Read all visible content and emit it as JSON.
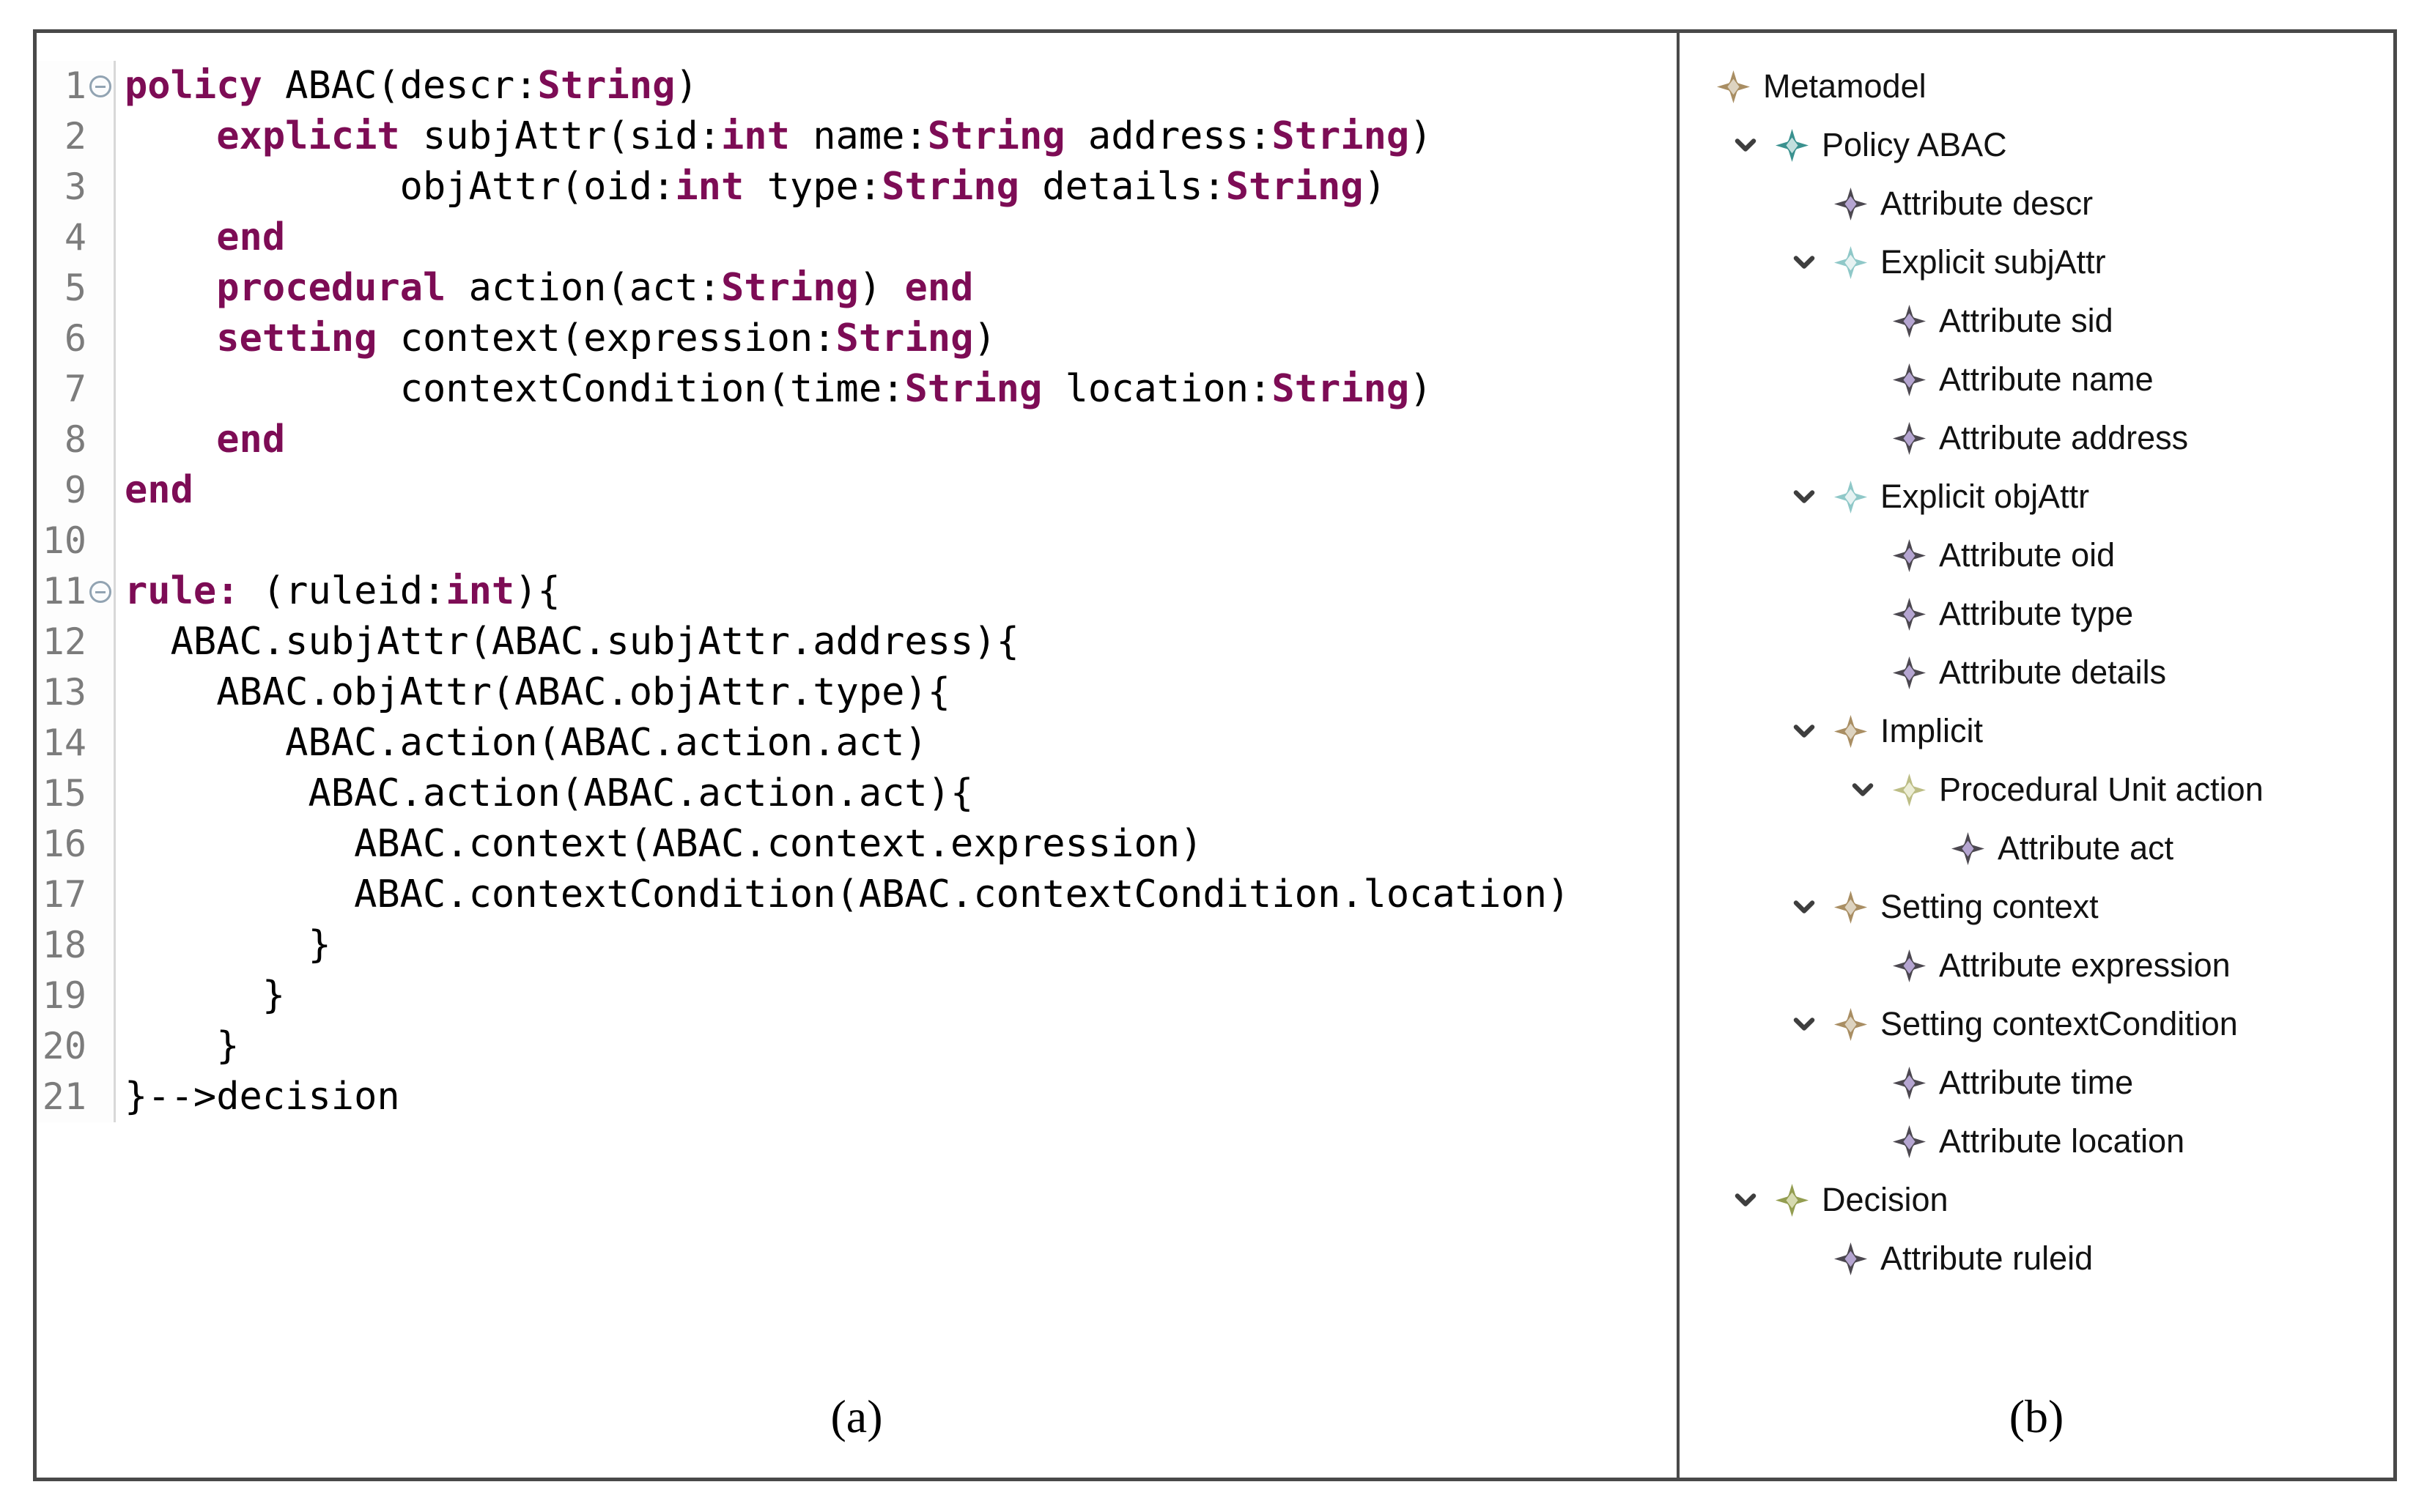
{
  "figure": {
    "caption_a": "(a)",
    "caption_b": "(b)"
  },
  "colors": {
    "keyword": "#7d0c55",
    "code_text": "#000000",
    "line_number": "#7c7c7c",
    "frame_border": "#494949",
    "fold_icon": "#91a3b2",
    "chevron": "#3e3e3e"
  },
  "editor": {
    "lines": [
      {
        "num": "1",
        "fold": true,
        "segs": [
          {
            "t": "policy",
            "k": 1
          },
          {
            "t": " ABAC(descr:"
          },
          {
            "t": "String",
            "k": 1
          },
          {
            "t": ")"
          }
        ]
      },
      {
        "num": "2",
        "fold": false,
        "segs": [
          {
            "t": "    "
          },
          {
            "t": "explicit",
            "k": 1
          },
          {
            "t": " subjAttr(sid:"
          },
          {
            "t": "int",
            "k": 1
          },
          {
            "t": " name:"
          },
          {
            "t": "String",
            "k": 1
          },
          {
            "t": " address:"
          },
          {
            "t": "String",
            "k": 1
          },
          {
            "t": ")"
          }
        ]
      },
      {
        "num": "3",
        "fold": false,
        "segs": [
          {
            "t": "            objAttr(oid:"
          },
          {
            "t": "int",
            "k": 1
          },
          {
            "t": " type:"
          },
          {
            "t": "String",
            "k": 1
          },
          {
            "t": " details:"
          },
          {
            "t": "String",
            "k": 1
          },
          {
            "t": ")"
          }
        ]
      },
      {
        "num": "4",
        "fold": false,
        "segs": [
          {
            "t": "    "
          },
          {
            "t": "end",
            "k": 1
          }
        ]
      },
      {
        "num": "5",
        "fold": false,
        "segs": [
          {
            "t": "    "
          },
          {
            "t": "procedural",
            "k": 1
          },
          {
            "t": " action(act:"
          },
          {
            "t": "String",
            "k": 1
          },
          {
            "t": ") "
          },
          {
            "t": "end",
            "k": 1
          }
        ]
      },
      {
        "num": "6",
        "fold": false,
        "segs": [
          {
            "t": "    "
          },
          {
            "t": "setting",
            "k": 1
          },
          {
            "t": " context(expression:"
          },
          {
            "t": "String",
            "k": 1
          },
          {
            "t": ")"
          }
        ]
      },
      {
        "num": "7",
        "fold": false,
        "segs": [
          {
            "t": "            contextCondition(time:"
          },
          {
            "t": "String",
            "k": 1
          },
          {
            "t": " location:"
          },
          {
            "t": "String",
            "k": 1
          },
          {
            "t": ")"
          }
        ]
      },
      {
        "num": "8",
        "fold": false,
        "segs": [
          {
            "t": "    "
          },
          {
            "t": "end",
            "k": 1
          }
        ]
      },
      {
        "num": "9",
        "fold": false,
        "segs": [
          {
            "t": "end",
            "k": 1
          }
        ]
      },
      {
        "num": "10",
        "fold": false,
        "segs": []
      },
      {
        "num": "11",
        "fold": true,
        "segs": [
          {
            "t": "rule:",
            "k": 1
          },
          {
            "t": " (ruleid:"
          },
          {
            "t": "int",
            "k": 1
          },
          {
            "t": "){"
          }
        ]
      },
      {
        "num": "12",
        "fold": false,
        "segs": [
          {
            "t": "  ABAC.subjAttr(ABAC.subjAttr.address){"
          }
        ]
      },
      {
        "num": "13",
        "fold": false,
        "segs": [
          {
            "t": "    ABAC.objAttr(ABAC.objAttr.type){"
          }
        ]
      },
      {
        "num": "14",
        "fold": false,
        "segs": [
          {
            "t": "       ABAC.action(ABAC.action.act)"
          }
        ]
      },
      {
        "num": "15",
        "fold": false,
        "segs": [
          {
            "t": "        ABAC.action(ABAC.action.act){"
          }
        ]
      },
      {
        "num": "16",
        "fold": false,
        "segs": [
          {
            "t": "          ABAC.context(ABAC.context.expression)"
          }
        ]
      },
      {
        "num": "17",
        "fold": false,
        "segs": [
          {
            "t": "          ABAC.contextCondition(ABAC.contextCondition.location)"
          }
        ]
      },
      {
        "num": "18",
        "fold": false,
        "segs": [
          {
            "t": "        }"
          }
        ]
      },
      {
        "num": "19",
        "fold": false,
        "segs": [
          {
            "t": "      }"
          }
        ]
      },
      {
        "num": "20",
        "fold": false,
        "segs": [
          {
            "t": "    }"
          }
        ]
      },
      {
        "num": "21",
        "fold": false,
        "segs": [
          {
            "t": "}-->decision"
          }
        ]
      }
    ]
  },
  "outline": {
    "icon_colors": {
      "metamodel": {
        "outer": "#a98e63",
        "inner": "#ddd3c0"
      },
      "policy": {
        "outer": "#3a918f",
        "inner": "#c2dfde"
      },
      "attribute": {
        "outer": "#4c4850",
        "inner": "#b5a5d1"
      },
      "explicit": {
        "outer": "#8fc8c8",
        "inner": "#e6f2f2"
      },
      "implicit": {
        "outer": "#a98e63",
        "inner": "#ddd3c0"
      },
      "procedural": {
        "outer": "#bcbd85",
        "inner": "#ecedd6"
      },
      "setting": {
        "outer": "#a98e63",
        "inner": "#ddd3c0"
      },
      "decision": {
        "outer": "#939d50",
        "inner": "#d6dab0"
      }
    },
    "rows": [
      {
        "label": "Metamodel",
        "icon": "metamodel",
        "depth": 0,
        "chevron": false
      },
      {
        "label": "Policy ABAC",
        "icon": "policy",
        "depth": 1,
        "chevron": true
      },
      {
        "label": "Attribute descr",
        "icon": "attribute",
        "depth": 2,
        "chevron": false
      },
      {
        "label": "Explicit subjAttr",
        "icon": "explicit",
        "depth": 2,
        "chevron": true
      },
      {
        "label": "Attribute sid",
        "icon": "attribute",
        "depth": 3,
        "chevron": false
      },
      {
        "label": "Attribute name",
        "icon": "attribute",
        "depth": 3,
        "chevron": false
      },
      {
        "label": "Attribute address",
        "icon": "attribute",
        "depth": 3,
        "chevron": false
      },
      {
        "label": "Explicit objAttr",
        "icon": "explicit",
        "depth": 2,
        "chevron": true
      },
      {
        "label": "Attribute oid",
        "icon": "attribute",
        "depth": 3,
        "chevron": false
      },
      {
        "label": "Attribute type",
        "icon": "attribute",
        "depth": 3,
        "chevron": false
      },
      {
        "label": "Attribute details",
        "icon": "attribute",
        "depth": 3,
        "chevron": false
      },
      {
        "label": "Implicit",
        "icon": "implicit",
        "depth": 2,
        "chevron": true
      },
      {
        "label": "Procedural Unit action",
        "icon": "procedural",
        "depth": 3,
        "chevron": true
      },
      {
        "label": "Attribute act",
        "icon": "attribute",
        "depth": 4,
        "chevron": false
      },
      {
        "label": "Setting context",
        "icon": "setting",
        "depth": 2,
        "chevron": true
      },
      {
        "label": "Attribute expression",
        "icon": "attribute",
        "depth": 3,
        "chevron": false
      },
      {
        "label": "Setting contextCondition",
        "icon": "setting",
        "depth": 2,
        "chevron": true
      },
      {
        "label": "Attribute time",
        "icon": "attribute",
        "depth": 3,
        "chevron": false
      },
      {
        "label": "Attribute location",
        "icon": "attribute",
        "depth": 3,
        "chevron": false
      },
      {
        "label": "Decision",
        "icon": "decision",
        "depth": 1,
        "chevron": true
      },
      {
        "label": "Attribute ruleid",
        "icon": "attribute",
        "depth": 2,
        "chevron": false
      }
    ]
  }
}
